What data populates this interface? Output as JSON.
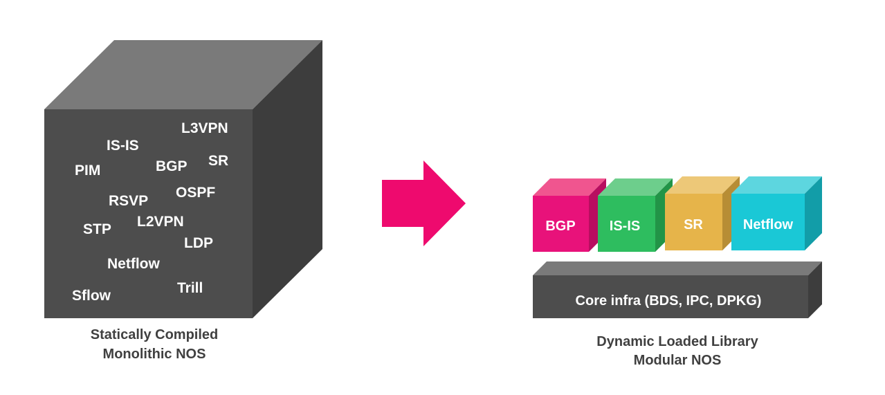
{
  "monolith": {
    "protocols": {
      "l3vpn": "L3VPN",
      "isis": "IS-IS",
      "bgp": "BGP",
      "sr": "SR",
      "pim": "PIM",
      "rsvp": "RSVP",
      "ospf": "OSPF",
      "stp": "STP",
      "l2vpn": "L2VPN",
      "ldp": "LDP",
      "netflow": "Netflow",
      "sflow": "Sflow",
      "trill": "Trill"
    },
    "caption_line1": "Statically Compiled",
    "caption_line2": "Monolithic NOS",
    "colors": {
      "front": "#4d4d4d",
      "top": "#7a7a7a",
      "side": "#3d3d3d"
    }
  },
  "arrow": {
    "color": "#ee0a6e"
  },
  "modular": {
    "modules": [
      {
        "label": "BGP",
        "front": "#e8127a",
        "top": "#f0558f",
        "side": "#b80e60"
      },
      {
        "label": "IS-IS",
        "front": "#2ebd5f",
        "top": "#6dce8c",
        "side": "#229447"
      },
      {
        "label": "SR",
        "front": "#e6b44a",
        "top": "#edc878",
        "side": "#b78d35"
      },
      {
        "label": "Netflow",
        "front": "#1ac8d6",
        "top": "#5dd6df",
        "side": "#129da8"
      }
    ],
    "core_label": "Core infra (BDS, IPC, DPKG)",
    "core_colors": {
      "front": "#4d4d4d",
      "top": "#7a7a7a",
      "side": "#3d3d3d"
    },
    "caption_line1": "Dynamic Loaded Library",
    "caption_line2": "Modular NOS"
  }
}
